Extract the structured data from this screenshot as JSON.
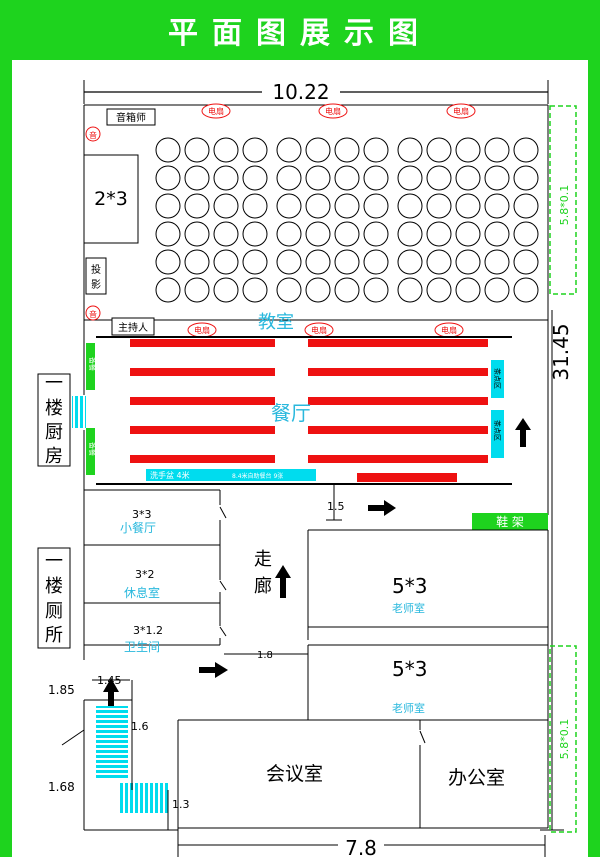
{
  "title": "平面图展示图",
  "colors": {
    "green": "#1ed31e",
    "red": "#ee1111",
    "cyan": "#00dcee",
    "label_cyan": "#29b8dd",
    "black": "#000000"
  },
  "dimensions": {
    "top_width": "10.22",
    "right_height": "31.45",
    "bottom_width": "7.8",
    "corridor_gap": "1.5",
    "corridor_width": "1.8",
    "stair_a": "1.85",
    "stair_b": "1.45",
    "stair_c": "1.6",
    "stair_d": "1.68",
    "stair_e": "1.3"
  },
  "classroom": {
    "label": "教室",
    "speaker_staff": "音箱师",
    "speaker": "音",
    "projector": "投影",
    "host": "主持人",
    "stage_size": "2*3",
    "fan": "电扇",
    "seat_rows": 6,
    "seats_per_row": 13
  },
  "dining": {
    "label": "餐厅",
    "tea_area": "茶点区",
    "wash_basin": "洗手盆 4米",
    "meal_table": "8.4米自助餐台 9张",
    "side_label": "备餐"
  },
  "outside": {
    "kitchen_first_floor": "一楼厨房",
    "toilet_first_floor": "一楼厕所",
    "shoe_rack": "鞋 架",
    "corridor": "走廊",
    "sign_tag": "5.8*0.1"
  },
  "rooms": {
    "small_dining": {
      "size": "3*3",
      "name": "小餐厅"
    },
    "lounge": {
      "size": "3*2",
      "name": "休息室"
    },
    "bathroom": {
      "size": "3*1.2",
      "name": "卫生间"
    },
    "teacher_room_1": {
      "size": "5*3",
      "name": "老师室"
    },
    "teacher_room_2": {
      "size": "5*3",
      "name": "老师室"
    },
    "meeting_room": {
      "name": "会议室"
    },
    "office": {
      "name": "办公室"
    }
  }
}
